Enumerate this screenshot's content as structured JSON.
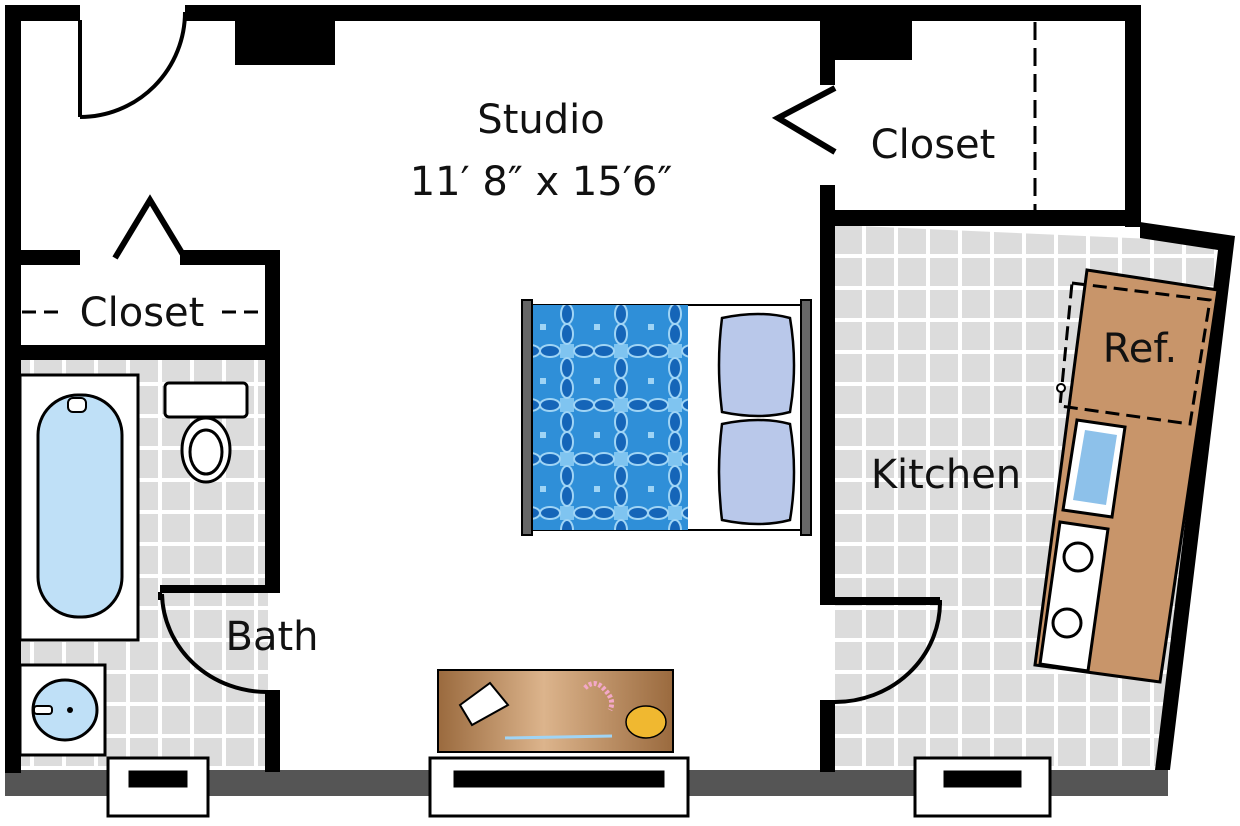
{
  "rooms": {
    "studio": {
      "name": "Studio",
      "dimensions": "11′ 8″ x 15′6″"
    },
    "closet_right": {
      "name": "Closet"
    },
    "closet_left": {
      "name": "Closet"
    },
    "kitchen": {
      "name": "Kitchen"
    },
    "refrigerator": {
      "name": "Ref."
    },
    "bath": {
      "name": "Bath"
    }
  },
  "colors": {
    "wall": "#000000",
    "floor_tile": "#dcdcdc",
    "tile_grout": "#ffffff",
    "counter": "#c8956a",
    "bedspread": "#2f8fd8",
    "pillow": "#b9c8ea",
    "tub": "#bfe0f7",
    "exterior_wall": "#555555"
  }
}
